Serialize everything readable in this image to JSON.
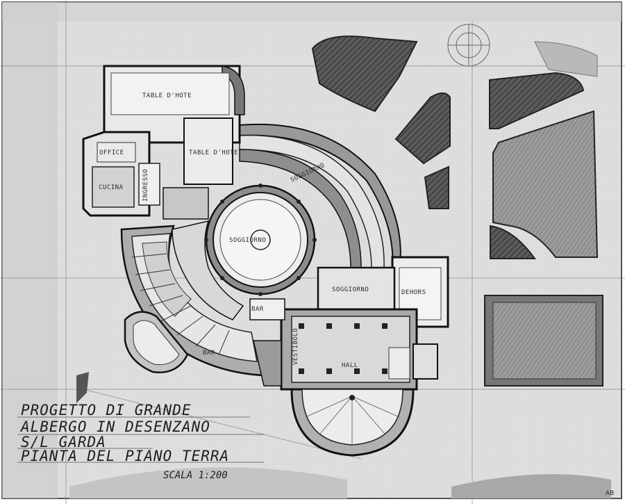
{
  "title": {
    "line1": "PROGETTO DI GRANDE",
    "line2": "ALBERGO IN DESENZANO",
    "line3": "S/L GARDA",
    "line4": "PIANTA DEL PIANO TERRA",
    "scale": "SCALA 1:200"
  },
  "rooms": {
    "table_dhote": "TABLE D'HOTE",
    "table_dhote_2": "TABLE D'HOTE",
    "office": "OFFICE",
    "cucina": "CUCINA",
    "ingresso": "INGRESSO",
    "soggiorno": "SOGGIORNO",
    "soggiorno_2": "SOGGIORNO",
    "dehors": "DEHORS",
    "bar": "BAR",
    "bar_2": "BAR",
    "hall": "HALL",
    "vestibolo": "VESTIBOLO",
    "rotunda": "SOGGIORNO"
  },
  "signature": "AB"
}
